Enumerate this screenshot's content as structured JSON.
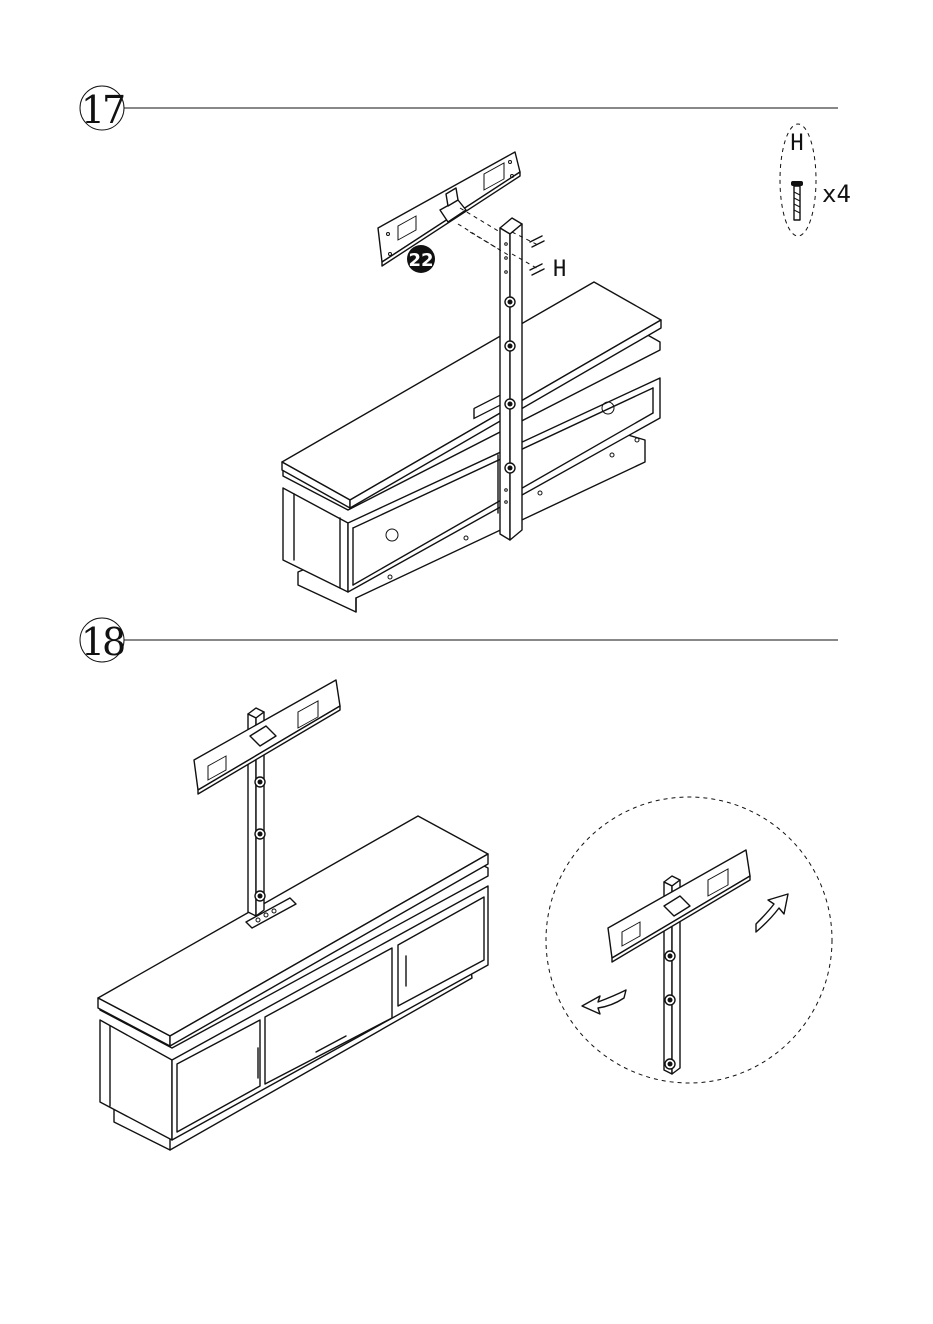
{
  "steps": [
    {
      "number": "17"
    },
    {
      "number": "18"
    }
  ],
  "step17": {
    "hardware_box": {
      "label": "H",
      "quantity": "x4"
    },
    "part_number": "22",
    "screw_label": "H"
  }
}
